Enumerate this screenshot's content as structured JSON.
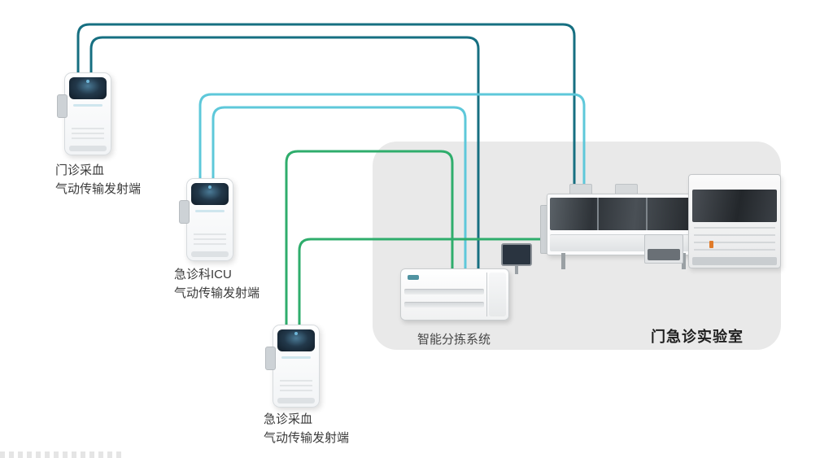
{
  "colors": {
    "teal": "#166f81",
    "cyan": "#5ec8da",
    "green": "#2fad6c",
    "zone": "#e9e9e9"
  },
  "senders": [
    {
      "line1": "门诊采血",
      "line2": "气动传输发射端"
    },
    {
      "line1": "急诊科ICU",
      "line2": "气动传输发射端"
    },
    {
      "line1": "急诊采血",
      "line2": "气动传输发射端"
    }
  ],
  "sorter_label": "智能分拣系统",
  "lab_label": "门急诊实验室"
}
